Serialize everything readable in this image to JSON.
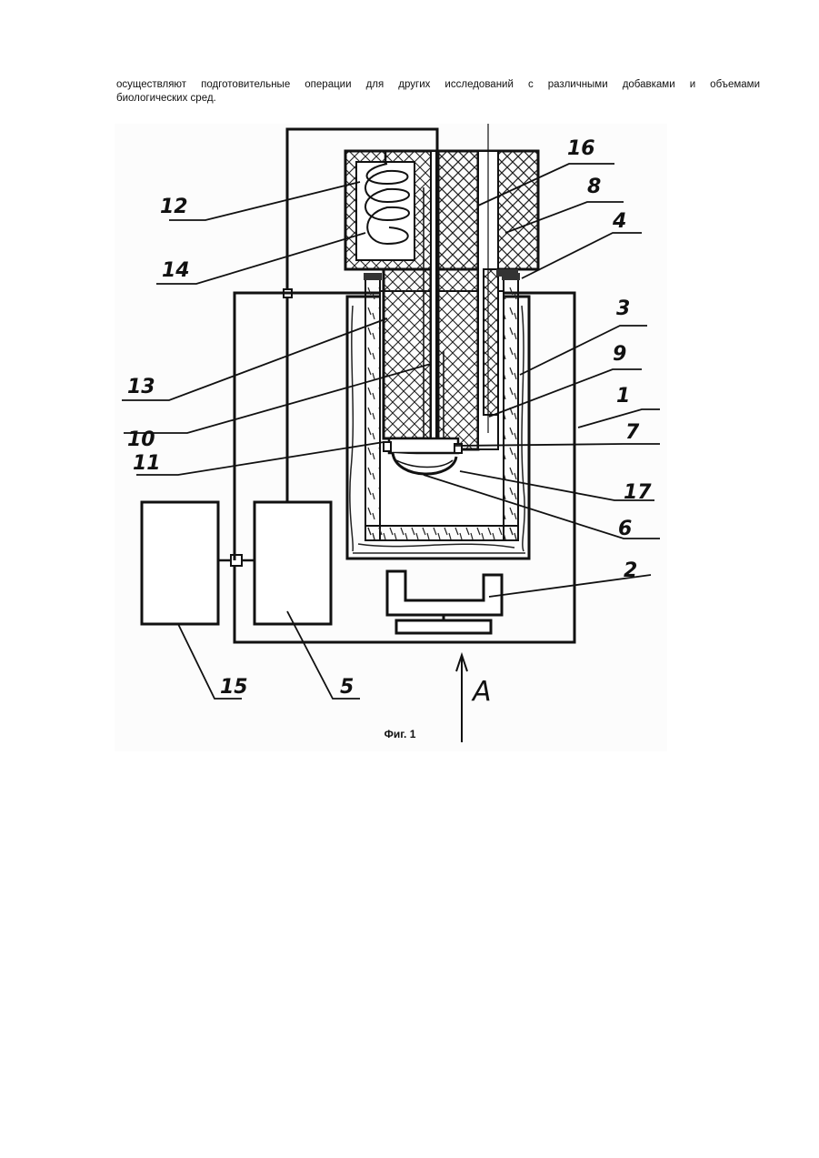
{
  "document": {
    "paragraph_lines": [
      "осуществляют подготовительные операции для других исследований с различными добавками и объемами",
      "биологических сред."
    ]
  },
  "figure": {
    "caption": "Фиг. 1",
    "view_label": "А",
    "part_labels": [
      "16",
      "8",
      "4",
      "3",
      "9",
      "1",
      "7",
      "17",
      "6",
      "2",
      "12",
      "14",
      "13",
      "10",
      "11",
      "15",
      "5"
    ]
  }
}
